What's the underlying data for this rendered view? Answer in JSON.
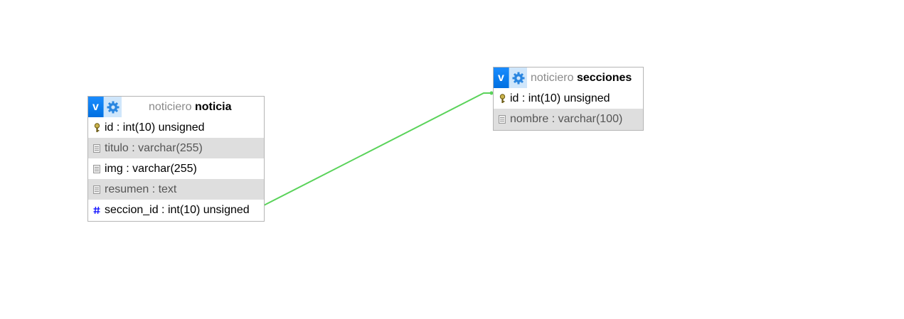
{
  "relation_line_color": "#5ad35a",
  "tables": [
    {
      "db": "noticiero",
      "name": "noticia",
      "toggle_label": "v",
      "columns": [
        {
          "text": "id : int(10) unsigned",
          "icon": "key-icon"
        },
        {
          "text": "titulo : varchar(255)",
          "icon": "column-icon"
        },
        {
          "text": "img : varchar(255)",
          "icon": "column-icon"
        },
        {
          "text": "resumen : text",
          "icon": "column-icon"
        },
        {
          "text": "seccion_id : int(10) unsigned",
          "icon": "foreign-key-icon"
        }
      ]
    },
    {
      "db": "noticiero",
      "name": "secciones",
      "toggle_label": "v",
      "columns": [
        {
          "text": "id : int(10) unsigned",
          "icon": "key-icon"
        },
        {
          "text": "nombre : varchar(100)",
          "icon": "column-icon"
        }
      ]
    }
  ]
}
